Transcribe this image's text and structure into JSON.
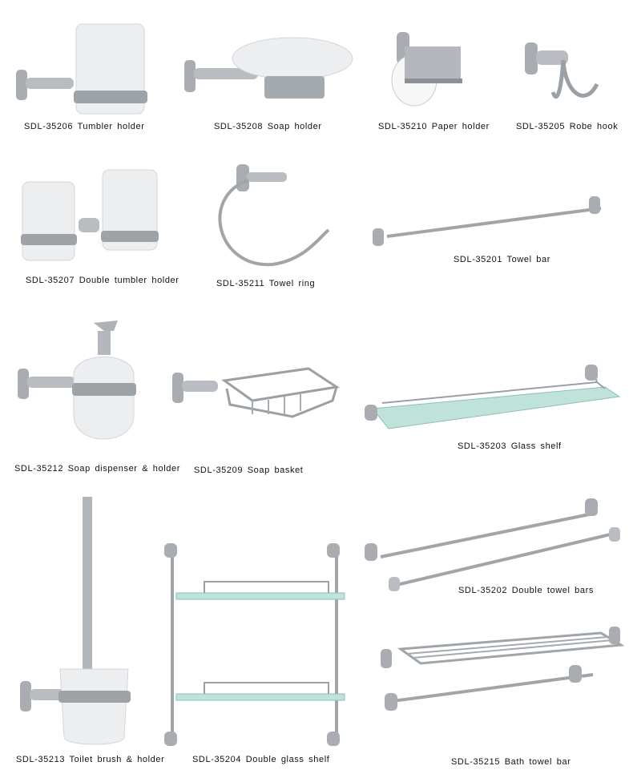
{
  "products": [
    {
      "code": "SDL-35206",
      "name": "Tumbler holder",
      "label": "SDL-35206  Tumbler holder"
    },
    {
      "code": "SDL-35208",
      "name": "Soap holder",
      "label": "SDL-35208  Soap holder"
    },
    {
      "code": "SDL-35210",
      "name": "Paper holder",
      "label": "SDL-35210  Paper holder"
    },
    {
      "code": "SDL-35205",
      "name": "Robe hook",
      "label": "SDL-35205  Robe hook"
    },
    {
      "code": "SDL-35207",
      "name": "Double tumbler holder",
      "label": "SDL-35207  Double tumbler holder"
    },
    {
      "code": "SDL-35211",
      "name": "Towel ring",
      "label": "SDL-35211  Towel ring"
    },
    {
      "code": "SDL-35201",
      "name": "Towel bar",
      "label": "SDL-35201  Towel bar"
    },
    {
      "code": "SDL-35212",
      "name": "Soap dispenser & holder",
      "label": "SDL-35212  Soap dispenser & holder"
    },
    {
      "code": "SDL-35209",
      "name": "Soap basket",
      "label": "SDL-35209  Soap basket"
    },
    {
      "code": "SDL-35203",
      "name": "Glass shelf",
      "label": "SDL-35203  Glass shelf"
    },
    {
      "code": "SDL-35202",
      "name": "Double towel bars",
      "label": "SDL-35202  Double towel bars"
    },
    {
      "code": "SDL-35213",
      "name": "Toilet brush & holder",
      "label": "SDL-35213  Toilet brush & holder"
    },
    {
      "code": "SDL-35204",
      "name": "Double glass shelf",
      "label": "SDL-35204  Double glass shelf"
    },
    {
      "code": "SDL-35215",
      "name": "Bath towel bar",
      "label": "SDL-35215  Bath towel bar"
    }
  ],
  "colors": {
    "chrome": "#b4b8bc",
    "chrome_dark": "#7d8286",
    "frosted": "#eceef0",
    "glass": "#bfe3da"
  }
}
